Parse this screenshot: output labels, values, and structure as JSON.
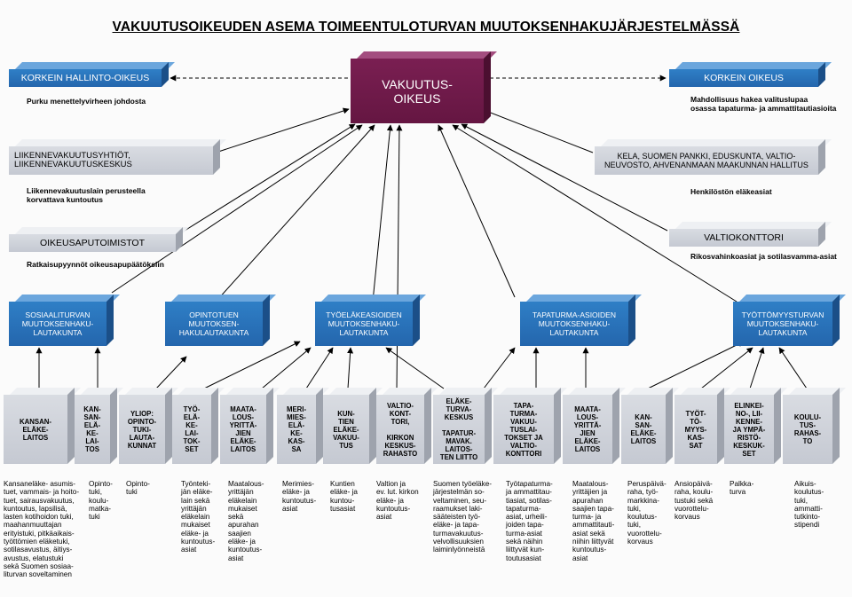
{
  "title": "VAKUUTUSOIKEUDEN ASEMA TOIMEENTULOTURVAN MUUTOKSENHAKUJÄRJESTELMÄSSÄ",
  "center": "VAKUUTUS-\nOIKEUS",
  "top_left": {
    "label": "KORKEIN HALLINTO-OIKEUS",
    "note": "Purku menettelyvirheen johdosta"
  },
  "top_right": {
    "label": "KORKEIN OIKEUS",
    "note": "Mahdollisuus hakea valituslupaa\nosassa tapaturma- ja ammattitautiasioita"
  },
  "mid_left": [
    {
      "label": "LIIKENNEVAKUUTUSYHTIÖT,\nLIIKENNEVAKUUTUSKESKUS",
      "note": "Liikennevakuutuslain perusteella\nkorvattava kuntoutus"
    },
    {
      "label": "OIKEUSAPUTOIMISTOT",
      "note": "Ratkaisupyynnöt oikeusapupäätöksiin"
    }
  ],
  "mid_right": [
    {
      "label": "KELA, SUOMEN PANKKI, EDUSKUNTA, VALTIO-\nNEUVOSTO, AHVENANMAAN MAAKUNNAN HALLITUS",
      "note": "Henkilöstön eläkeasiat"
    },
    {
      "label": "VALTIOKONTTORI",
      "note": "Rikosvahinkoasiat ja sotilasvamma-asiat"
    }
  ],
  "boards": [
    "SOSIAALITURVAN\nMUUTOKSENHAKU-\nLAUTAKUNTA",
    "OPINTOTUEN\nMUUTOKSEN-\nHAKULAUTAKUNTA",
    "TYÖELÄKEASIOIDEN\nMUUTOKSENHAKU-\nLAUTAKUNTA",
    "TAPATURMA-ASIOIDEN\nMUUTOKSENHAKU-\nLAUTAKUNTA",
    "TYÖTTÖMYYSTURVAN\nMUUTOKSENHAKU-\nLAUTAKUNTA"
  ],
  "institutions": [
    "KANSAN-\nELÄKE-\nLAITOS",
    "KAN-\nSAN-\nELÄ-\nKE-\nLAI-\nTOS",
    "YLIOP:\nOPINTO-\nTUKI-\nLAUTA-\nKUNNAT",
    "TYÖ-\nELÄ-\nKE-\nLAI-\nTOK-\nSET",
    "MAATA-\nLOUS-\nYRITTÄ-\nJIEN\nELÄKE-\nLAITOS",
    "MERI-\nMIES-\nELÄ-\nKE-\nKAS-\nSA",
    "KUN-\nTIEN\nELÄKE-\nVAKUU-\nTUS",
    "VALTIO-\nKONT-\nTORI,\n\nKIRKON\nKESKUS-\nRAHASTO",
    "ELÄKE-\nTURVA-\nKESKUS\n\nTAPATUR-\nMAVAK.\nLAITOS-\nTEN LIITTO",
    "TAPA-\nTURMA-\nVAKUU-\nTUSLAI-\nTOKSET JA\nVALTIO-\nKONTTORI",
    "MAATA-\nLOUS-\nYRITTÄ-\nJIEN\nELÄKE-\nLAITOS",
    "KAN-\nSAN-\nELÄKE-\nLAITOS",
    "TYÖT-\nTÖ-\nMYYS-\nKAS-\nSAT",
    "ELINKEI-\nNO-, LII-\nKENNE-\nJA YMPÄ-\nRISTÖ-\nKESKUK-\nSET",
    "KOULU-\nTUS-\nRAHAS-\nTO"
  ],
  "descriptions": [
    "Kansaneläke- asumis-\ntuet, vammais- ja hoito-\ntuet, sairausvakuutus,\nkuntoutus, lapsilisä,\nlasten kotihoidon tuki,\nmaahanmuuttajan\nerityistuki, pitkäaikais-\ntyöttömien eläketuki,\nsotilasavustus, äitiys-\navustus, elatustuki\nsekä Suomen sosiaa-\nliturvan soveltaminen",
    "Opinto-\ntuki,\nkoulu-\nmatka-\ntuki",
    "Opinto-\ntuki",
    "Työnteki-\njän eläke-\nlain sekä\nyrittäjän\neläkelain\nmukaiset\neläke- ja\nkuntoutus-\nasiat",
    "Maatalous-\nyrittäjän\neläkelain\nmukaiset\nsekä\napurahan\nsaajien\neläke- ja\nkuntoutus-\nasiat",
    "Merimies-\neläke- ja\nkuntoutus-\nasiat",
    "Kuntien\neläke- ja\nkuntou-\ntusasiat",
    "Valtion ja\nev. lut. kirkon\neläke- ja\nkuntoutus-\nasiat",
    "Suomen työeläke-\njärjestelmän so-\nveltaminen, seu-\nraamukset laki-\nsääteisten työ-\neläke- ja tapa-\nturmavakuutus-\nvelvollisuuksien\nlaiminlyönneistä",
    "Työtapaturma-\nja ammattitau-\ntiasiat, sotilas-\ntapaturma-\nasiat, urheili-\njoiden tapa-\nturma-asiat\nsekä näihin\nliittyvät kun-\ntoutusasiat",
    "Maatalous-\nyrittäjien ja\napurahan\nsaajien tapa-\nturma- ja\nammattitauti-\nasiat sekä\nniihin liittyvät\nkuntoutus-\nasiat",
    "Peruspäivä-\nraha, työ-\nmarkkina-\ntuki,\nkoulutus-\ntuki,\nvuorottelu-\nkorvaus",
    "Ansiopäivä-\nraha, koulu-\ntustuki sekä\nvuorottelu-\nkorvaus",
    "Palkka-\nturva",
    "Aikuis-\nkoulutus-\ntuki,\nammatti-\ntutkinto-\nstipendi"
  ]
}
